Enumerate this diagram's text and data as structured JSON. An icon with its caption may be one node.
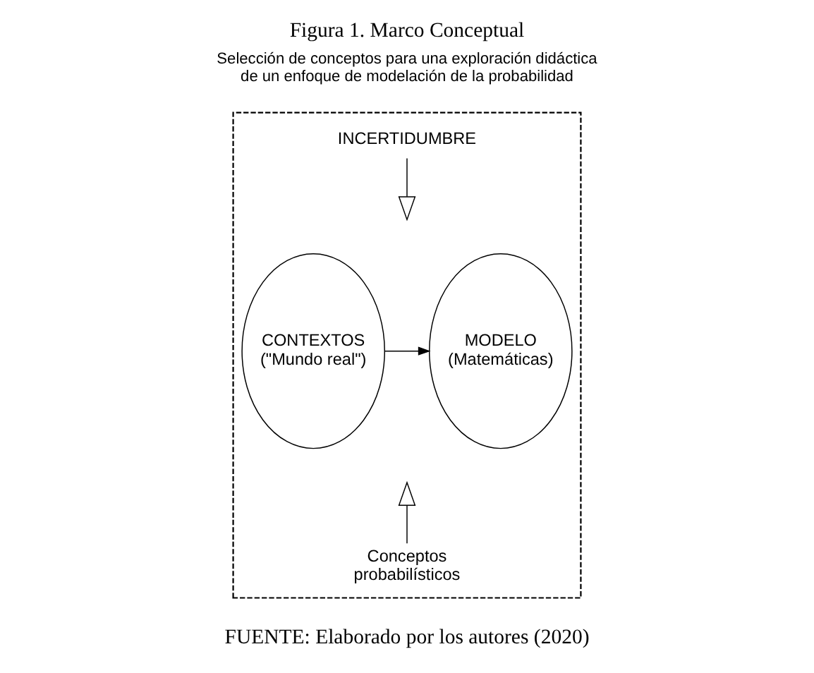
{
  "diagram": {
    "title": "Figura 1. Marco Conceptual",
    "caption": "FUENTE: Elaborado por los autores (2020)",
    "nodes": [
      {
        "text": [],
        "shape": "box"
      },
      {
        "text": [
          "INCERTIDUMBRE"
        ],
        "in": 0
      },
      {
        "text": [
          "CONTEXTOS (\"Mundo real\")"
        ],
        "in": 0
      },
      {
        "text": [
          "MODELO (Matemáticas)"
        ],
        "in": 0
      },
      {
        "text": [
          "Conceptos probabilísticos"
        ],
        "in": 0
      }
    ],
    "edges": [
      {
        "from": 2,
        "to": 3,
        "arrow": "to"
      },
      {
        "from": 1,
        "to": null,
        "arrow": "to"
      },
      {
        "from": 4,
        "to": null,
        "arrow": "to"
      }
    ],
    "labels": [
      "Selección de conceptos para una exploración didáctica de un enfoque de modelación de la probabilidad"
    ]
  }
}
